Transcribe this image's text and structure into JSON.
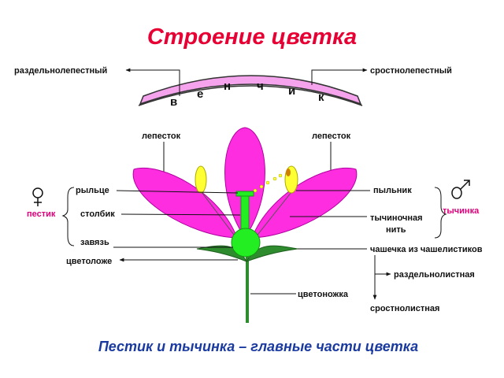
{
  "title": "Строение цветка",
  "subtitle": "Пестик и тычинка – главные части цветка",
  "corolla": {
    "left_type": "раздельнолепестный",
    "right_type": "сростнолепестный",
    "word_letters": [
      "в",
      "е",
      "н",
      "ч",
      "и",
      "к"
    ]
  },
  "labels": {
    "petal_left": "лепесток",
    "petal_right": "лепесток",
    "stigma": "рыльце",
    "style": "столбик",
    "ovary": "завязь",
    "receptacle": "цветоложе",
    "pistil": "пестик",
    "anther": "пыльник",
    "filament_1": "тычиночная",
    "filament_2": "нить",
    "stamen": "тычинка",
    "calyx": "чашечка из чашелистиков",
    "sepal_separate": "раздельнолистная",
    "sepal_fused": "сростнолистная",
    "pedicel": "цветоножка"
  },
  "icons": {
    "female": "female-symbol-icon",
    "male": "male-symbol-icon"
  },
  "colors": {
    "title": "#e60033",
    "subtitle": "#1a3aa0",
    "petal": "#ff2de0",
    "pistil": "#22ee22",
    "anther": "#ffff33",
    "sepal": "#2e8b2e",
    "corolla_band": "#f5a3ec",
    "accent": "#e0007a"
  }
}
